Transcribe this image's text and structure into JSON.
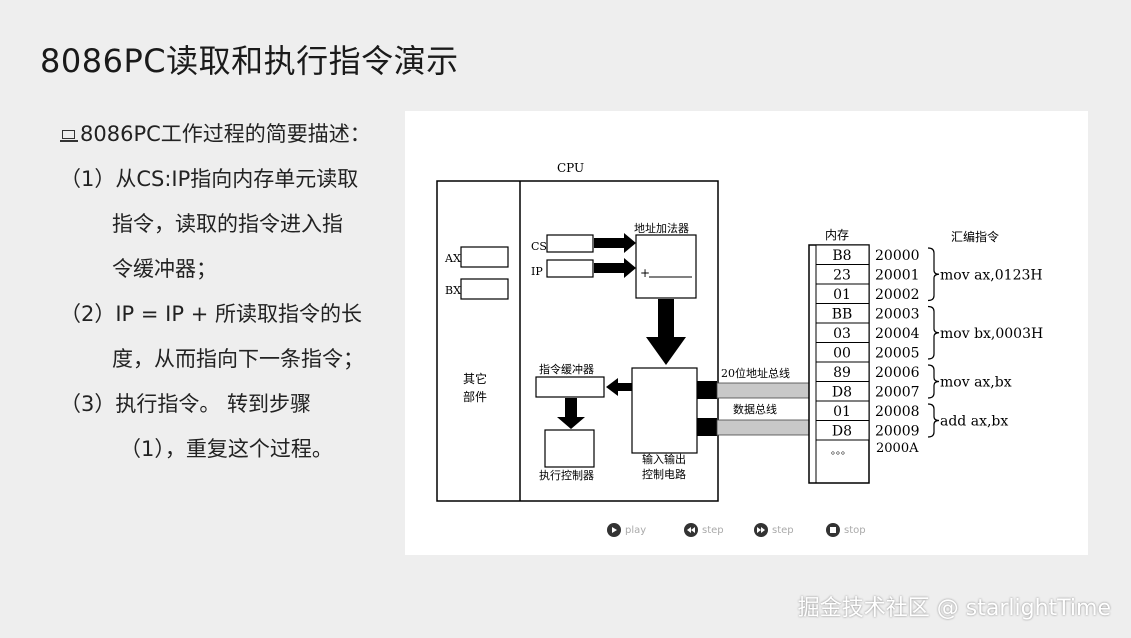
{
  "title": "8086PC读取和执行指令演示",
  "description": {
    "heading": "8086PC工作过程的简要描述：",
    "step1_a": "（1）从CS:IP指向内存单元读取",
    "step1_b": "指令，读取的指令进入指",
    "step1_c": "令缓冲器；",
    "step2_a": "（2）IP = IP + 所读取指令的长",
    "step2_b": "度，从而指向下一条指令；",
    "step3_a": "（3）执行指令。 转到步骤",
    "step3_b": "（1），重复这个过程。"
  },
  "diagram": {
    "cpu_label": "CPU",
    "reg_ax": "AX",
    "reg_bx": "BX",
    "reg_cs": "CS",
    "reg_ip": "IP",
    "other_parts_1": "其它",
    "other_parts_2": "部件",
    "adder": "地址加法器",
    "plus": "+",
    "instr_buffer": "指令缓冲器",
    "exec_ctrl": "执行控制器",
    "io_ctrl_1": "输入输出",
    "io_ctrl_2": "控制电路",
    "addr_bus": "20位地址总线",
    "data_bus": "数据总线",
    "memory_label": "内存",
    "asm_label": "汇编指令",
    "memory": [
      {
        "value": "B8",
        "addr": "20000"
      },
      {
        "value": "23",
        "addr": "20001"
      },
      {
        "value": "01",
        "addr": "20002"
      },
      {
        "value": "BB",
        "addr": "20003"
      },
      {
        "value": "03",
        "addr": "20004"
      },
      {
        "value": "00",
        "addr": "20005"
      },
      {
        "value": "89",
        "addr": "20006"
      },
      {
        "value": "D8",
        "addr": "20007"
      },
      {
        "value": "01",
        "addr": "20008"
      },
      {
        "value": "D8",
        "addr": "20009"
      }
    ],
    "mem_dots": "。。。",
    "mem_last_addr": "2000A",
    "instructions": [
      "mov ax,0123H",
      "mov bx,0003H",
      "mov ax,bx",
      "add ax,bx"
    ]
  },
  "controls": {
    "play": "play",
    "step_back": "step",
    "step_forward": "step",
    "stop": "stop"
  },
  "watermark": "掘金技术社区 @ starlightTime"
}
